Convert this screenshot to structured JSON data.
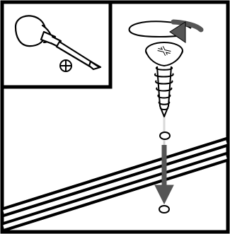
{
  "diagram": {
    "frame_color": "#000000",
    "background_color": "#ffffff",
    "arrow_color": "#555555",
    "guide_line_color": "#d9d9d9",
    "rotation_direction": "counterclockwise",
    "inset": {
      "tool": "phillips-screwdriver-icon",
      "tip_symbol": "phillips-cross-icon"
    },
    "main": {
      "fastener": "countersunk-wood-screw-icon",
      "holes_count": 2,
      "panel": "diagonal-double-line-panel"
    }
  }
}
